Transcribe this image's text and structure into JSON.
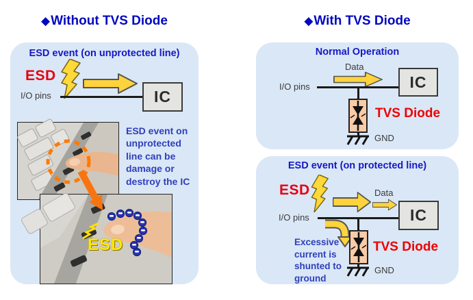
{
  "left_section": {
    "bullet": "◆",
    "title": "Without TVS Diode",
    "panel": {
      "heading": "ESD event (on unprotected line)",
      "esd_label": "ESD",
      "io_pins_label": "I/O pins",
      "ic_label": "IC",
      "caption": "ESD event on unprotected line can be damage or destroy the IC",
      "photo_esd_label": "ESD"
    }
  },
  "right_section": {
    "bullet": "◆",
    "title": "With TVS Diode",
    "normal_panel": {
      "heading": "Normal Operation",
      "data_label": "Data",
      "io_pins_label": "I/O pins",
      "ic_label": "IC",
      "tvs_diode_label": "TVS Diode",
      "gnd_label": "GND"
    },
    "esd_panel": {
      "heading": "ESD event (on protected line)",
      "esd_label": "ESD",
      "data_label": "Data",
      "io_pins_label": "I/O pins",
      "ic_label": "IC",
      "tvs_diode_label": "TVS Diode",
      "gnd_label": "GND",
      "note": "Excessive current is shunted to ground"
    }
  },
  "colors": {
    "title_blue": "#0008C0",
    "heading_blue": "#1518C6",
    "note_blue": "#2F3FBB",
    "esd_red": "#E8000F",
    "arrow_yellow": "#FFD33C",
    "panel_bg": "#DAE7F6",
    "tvs_diode_fill": "#F9CBA7",
    "highlight_orange": "#F87410"
  }
}
